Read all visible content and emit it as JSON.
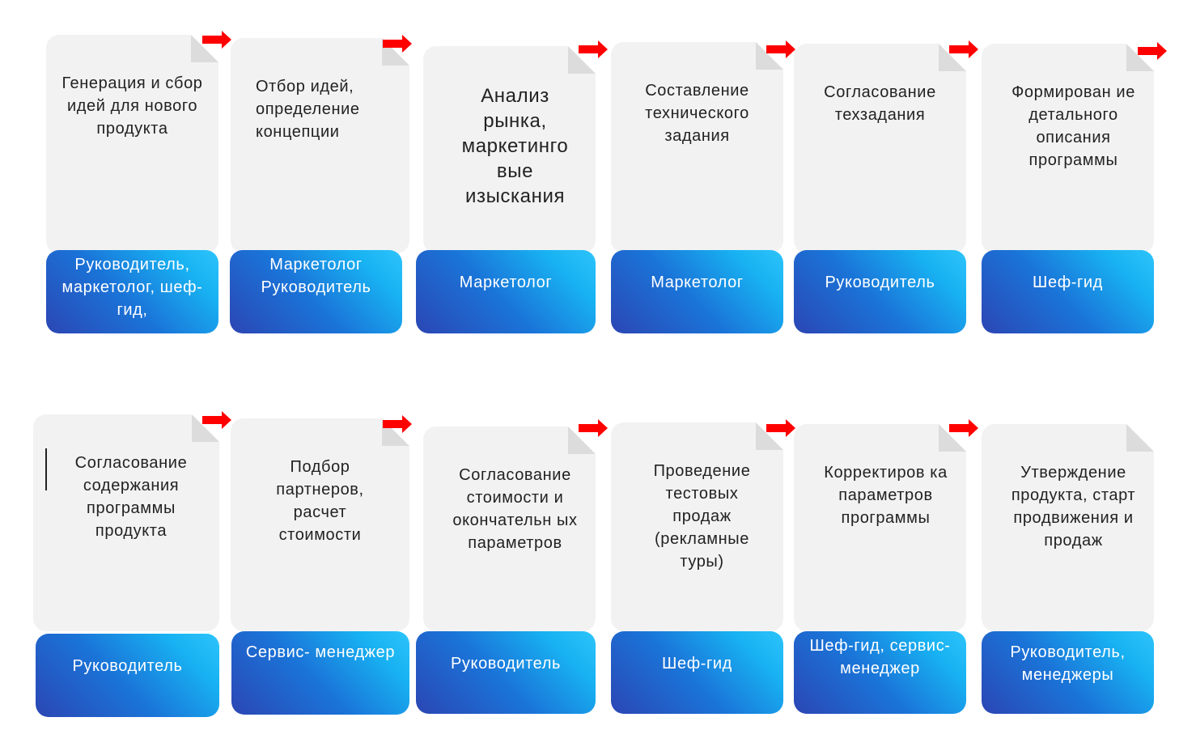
{
  "rows": [
    {
      "stages": [
        {
          "text": "Генерация и сбор идей для нового продукта",
          "role": "Руководитель, маркетолог, шеф-гид,"
        },
        {
          "text": "Отбор идей, определение концепции",
          "role": "Маркетолог Руководитель"
        },
        {
          "text": "Анализ рынка, маркетинго вые изыскания",
          "role": "Маркетолог"
        },
        {
          "text": "Составление технического задания",
          "role": "Маркетолог"
        },
        {
          "text": "Согласование техзадания",
          "role": "Руководитель"
        },
        {
          "text": "Формирован ие детального описания программы",
          "role": "Шеф-гид"
        }
      ]
    },
    {
      "stages": [
        {
          "text": "Согласование содержания программы продукта",
          "role": "Руководитель"
        },
        {
          "text": "Подбор партнеров, расчет стоимости",
          "role": "Сервис- менеджер"
        },
        {
          "text": "Согласование стоимости и окончательн ых параметров",
          "role": "Руководитель"
        },
        {
          "text": "Проведение тестовых продаж (рекламные туры)",
          "role": "Шеф-гид"
        },
        {
          "text": "Корректиров ка параметров программы",
          "role": "Шеф-гид, сервис- менеджер"
        },
        {
          "text": "Утверждение продукта, старт продвижения и продаж",
          "role": "Руководитель, менеджеры"
        }
      ]
    }
  ],
  "colors": {
    "card": "#f2f2f2",
    "role_gradient_start": "#2b46b4",
    "role_gradient_end": "#2ec4fb",
    "arrow": "#ff0000",
    "text": "#222222"
  },
  "icons": {
    "connector": "red-arrow-icon"
  }
}
